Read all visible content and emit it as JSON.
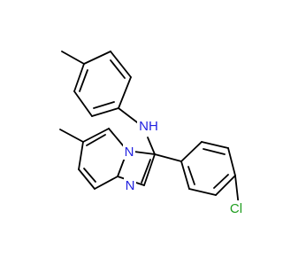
{
  "molecule": {
    "labels": {
      "nh": "NH",
      "n_bridge": "N",
      "n_ring": "N",
      "cl": "Cl"
    },
    "colors": {
      "nitrogen": "#1f1fe0",
      "chlorine": "#1f9e1f",
      "bond": "#000000"
    }
  }
}
